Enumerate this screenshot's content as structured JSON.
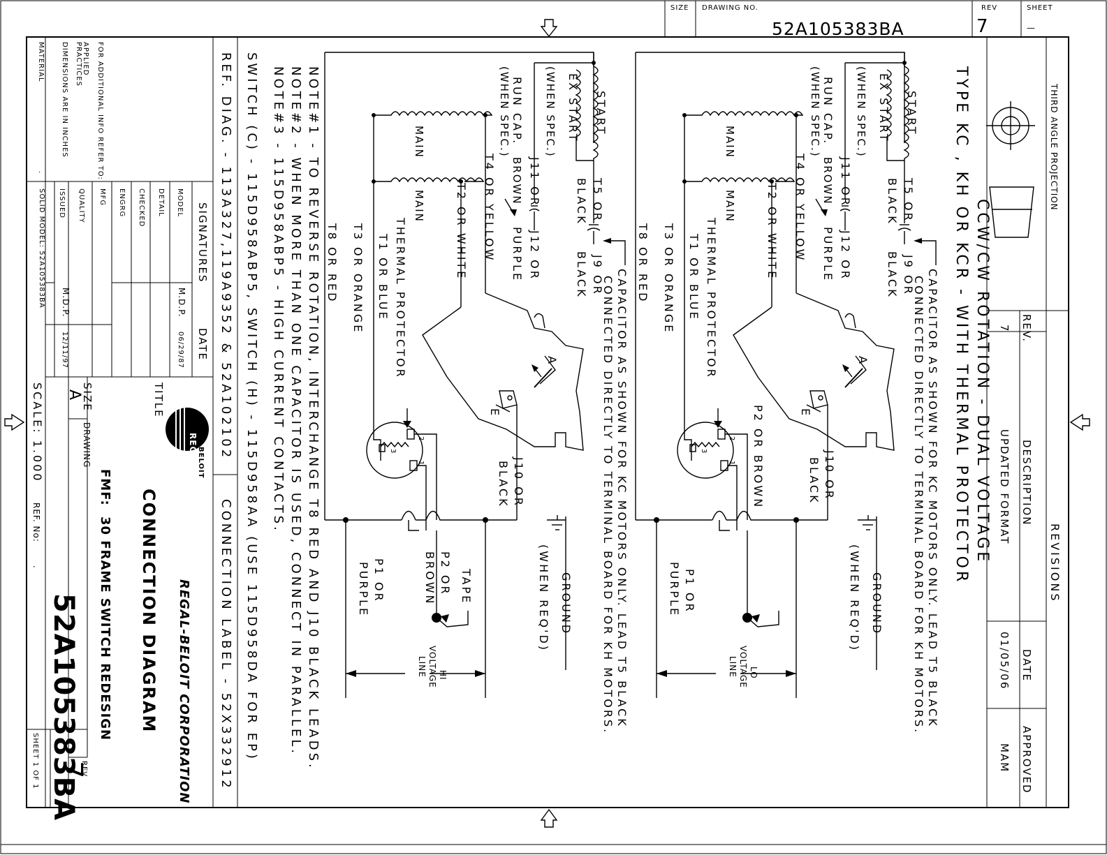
{
  "title_block": {
    "size_label": "SIZE",
    "drawing_no_label": "DRAWING NO.",
    "drawing_no": "52A105383BA",
    "rev_label": "REV",
    "rev_value": "7",
    "sheet_label": "SHEET",
    "sheet_value": "—",
    "third_angle": "THIRD ANGLE PROJECTION",
    "revisions_header": "REVISIONS",
    "rev_col": "REV.",
    "desc_col": "DESCRIPTION",
    "date_col": "DATE",
    "approved_col": "APPROVED",
    "rev_row_rev": "7",
    "rev_row_desc": "UPDATED FORMAT",
    "rev_row_date": "01/05/06",
    "rev_row_approved": "MAM",
    "main_title": "TYPE KC , KH OR KCR - WITH THERMAL PROTECTOR",
    "subtitle": "CCW/CW ROTATION - DUAL VOLTAGE",
    "info": "FOR ADDITIONAL INFO REFER TO:",
    "applied": "APPLIED",
    "practices": "PRACTICES",
    "dimensions": "DIMENSIONS ARE IN INCHES",
    "material": "MATERIAL",
    "signatures": "SIGNATURES",
    "date": "DATE",
    "model": "MODEL",
    "detail": "DETAIL",
    "checked": "CHECKED",
    "engrg": "ENGRG",
    "mfg": "MFG",
    "quality": "QUALITY",
    "issued": "ISSUED",
    "solid_model": "SOLID MODEL: 52A105383BA",
    "model_sig": "M.D.P.",
    "model_date": "06/29/87",
    "issued_sig": "M.D.P.",
    "issued_date": "12/11/97",
    "title_label": "TITLE",
    "company": "REGAL-BELOIT CORPORATION",
    "logo_text": "REGAL",
    "logo_sub": "BELOIT",
    "doc_title": "CONNECTION DIAGRAM",
    "fmf": "FMF:",
    "frame": "30 FRAME SWITCH REDESIGN",
    "size_value": "A",
    "drawing_label": "DRAWING",
    "big_no": "52A105383BA",
    "rev_big": "7",
    "scale": "SCALE: 1.000",
    "ref_no": "REF. No:",
    "sheet_of": "SHEET 1 OF 1",
    "dot": "."
  },
  "notes": {
    "ref_diag": "REF. DIAG. - 113A327,119A9352 & 52A102102",
    "conn_label": "CONNECTION LABEL - 52X332912",
    "switch": "SWITCH (C) - 115D958ABP5, SWITCH (H) - 115D958AA (USE 115D958DA FOR EP)",
    "note1": "NOTE#1 - TO REVERSE ROTATION, INTERCHANGE T8 RED AND J10 BLACK LEADS.",
    "note2": "NOTE#2 - WHEN MORE THAN ONE CAPACITOR IS USED, CONNECT IN PARALLEL.",
    "note3": "NOTE#3 - 115D958ABP5 - HIGH CURRENT CONTACTS."
  },
  "diagram": {
    "start": "START",
    "ex_start": "EX START",
    "when_spec": "(WHEN SPEC.)",
    "run_cap": "RUN CAP.",
    "when_spec2": "(WHEN SPEC.)",
    "t5": "T5 OR",
    "black": "BLACK",
    "j9": "J9 OR",
    "black2": "BLACK",
    "j11": "J11 OR",
    "brown": "BROWN",
    "j12": "J12 OR",
    "purple": "PURPLE",
    "t4": "T4 OR YELLOW",
    "t2": "T2 OR WHITE",
    "main1": "MAIN",
    "main2": "MAIN",
    "t8": "T8 OR RED",
    "t3": "T3 OR ORANGE",
    "thermal": "THERMAL PROTECTOR",
    "t1": "T1 OR BLUE",
    "cap_note1": "CAPACITOR AS SHOWN FOR KC MOTORS ONLY. LEAD T5 BLACK",
    "cap_note2": "CONNECTED DIRECTLY TO TERMINAL BOARD FOR KH MOTORS.",
    "letter_a": "A",
    "letter_e": "E",
    "j10": "J10 OR",
    "black3": "BLACK",
    "ground": "GROUND",
    "when_req": "(WHEN REQ'D)",
    "p1": "P1 OR",
    "purple2": "PURPLE",
    "p2": "P2 OR",
    "brown2": "BROWN",
    "p2_brown_right": "P2 OR BROWN",
    "tape": "TAPE",
    "hi": "HI",
    "lo": "LO",
    "voltage": "VOLTAGE",
    "line": "LINE",
    "n1": "1",
    "n2": "2",
    "n3": "3"
  }
}
